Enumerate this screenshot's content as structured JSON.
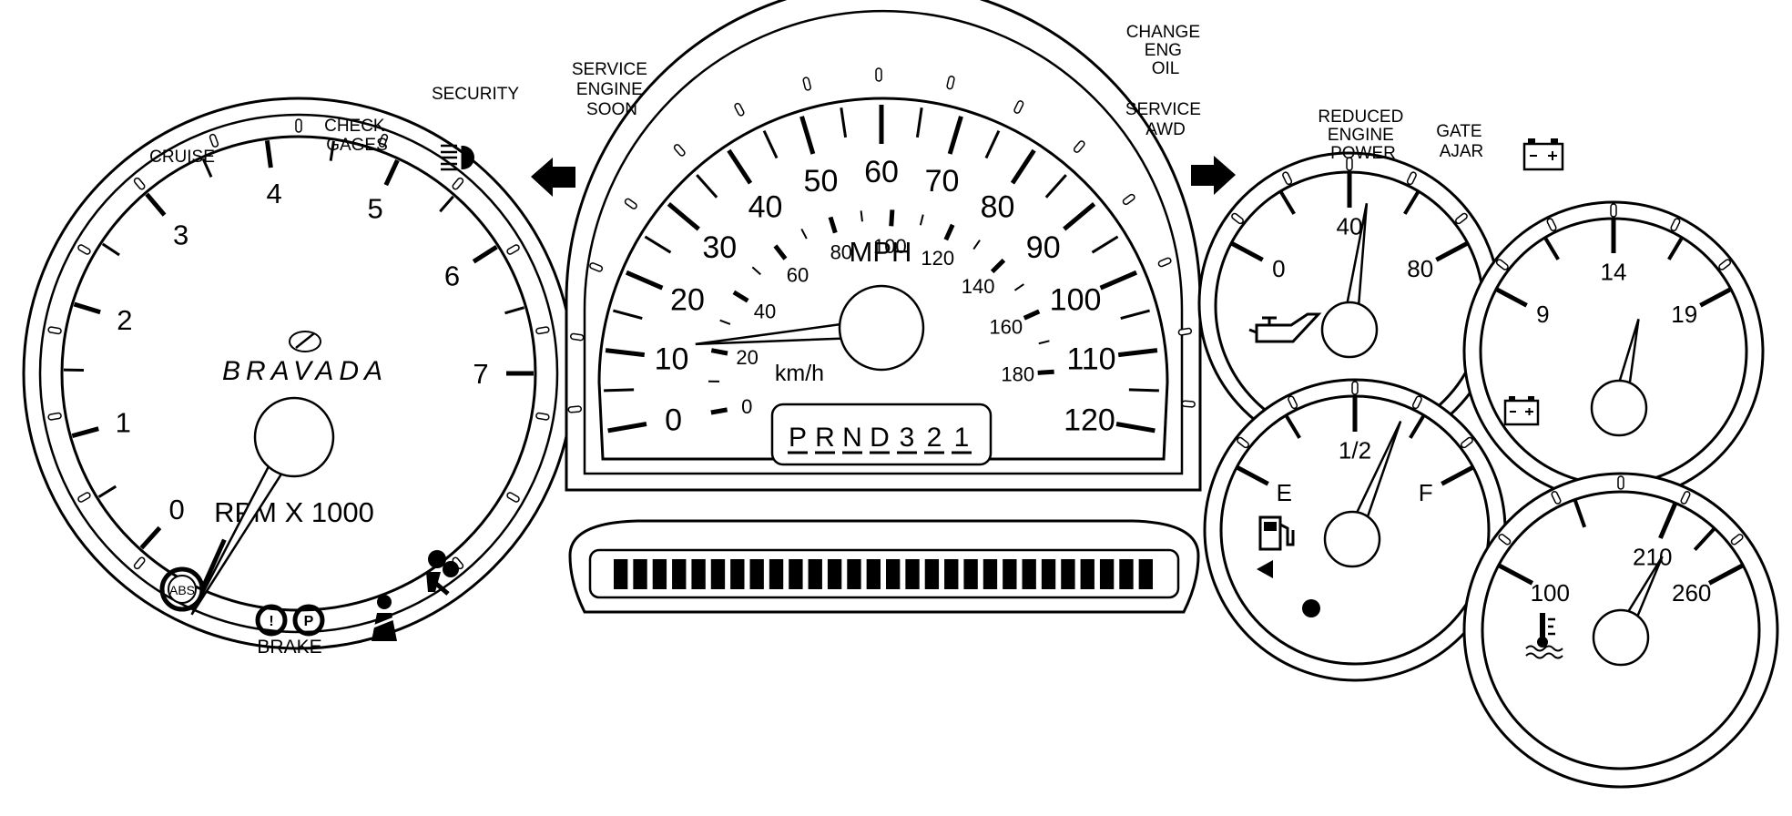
{
  "tachometer": {
    "brand": "BRAVADA",
    "units": "RPM X 1000",
    "scale": [
      "0",
      "1",
      "2",
      "3",
      "4",
      "5",
      "6",
      "7"
    ],
    "needle_value": 0,
    "lamps": {
      "abs": "ABS",
      "brake": "BRAKE"
    }
  },
  "speedometer": {
    "units_mph": "MPH",
    "units_kmh": "km/h",
    "mph_scale": [
      "0",
      "10",
      "20",
      "30",
      "40",
      "50",
      "60",
      "70",
      "80",
      "90",
      "100",
      "110",
      "120"
    ],
    "kmh_scale": [
      "0",
      "20",
      "40",
      "60",
      "80",
      "100",
      "120",
      "140",
      "160",
      "180"
    ],
    "needle_value": 0,
    "prndl": [
      "P",
      "R",
      "N",
      "D",
      "3",
      "2",
      "1"
    ]
  },
  "odometer": {
    "segments": 28
  },
  "oil_pressure": {
    "scale": [
      "0",
      "40",
      "80"
    ],
    "needle_value": 45
  },
  "fuel": {
    "scale": [
      "E",
      "1/2",
      "F"
    ],
    "needle_value": 0.68
  },
  "voltmeter": {
    "scale": [
      "9",
      "14",
      "19"
    ],
    "needle_value": 15
  },
  "coolant": {
    "scale": [
      "100",
      "210",
      "260"
    ],
    "needle_value": 215
  },
  "warning_labels": {
    "cruise": "CRUISE",
    "check_gages": [
      "CHECK",
      "GAGES"
    ],
    "security": "SECURITY",
    "service_engine_soon": [
      "SERVICE",
      "ENGINE",
      "SOON"
    ],
    "change_eng_oil": [
      "CHANGE",
      "ENG",
      "OIL"
    ],
    "service_awd": [
      "SERVICE",
      "AWD"
    ],
    "reduced_engine_power": [
      "REDUCED",
      "ENGINE",
      "POWER"
    ],
    "gate_ajar": [
      "GATE",
      "AJAR"
    ]
  },
  "colors": {
    "ink": "#000000",
    "paper": "#ffffff"
  },
  "icons": [
    "left-turn-arrow-icon",
    "right-turn-arrow-icon",
    "high-beam-icon",
    "battery-icon",
    "oil-can-icon",
    "fuel-pump-icon",
    "thermometer-icon",
    "airbag-icon",
    "seatbelt-icon",
    "abs-icon",
    "brake-icon",
    "oldsmobile-logo-icon"
  ]
}
